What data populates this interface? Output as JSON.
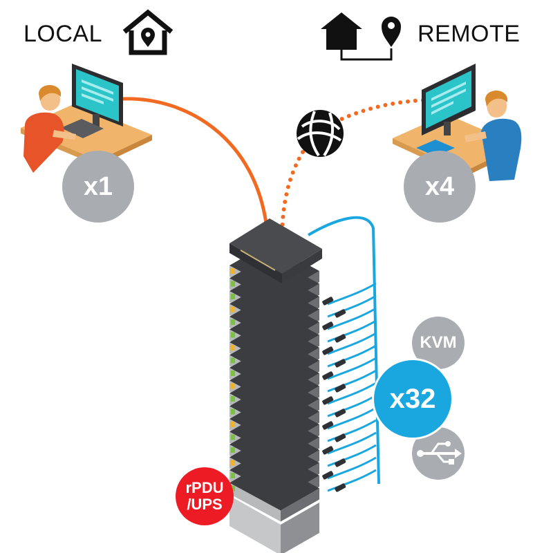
{
  "local": {
    "title": "LOCAL",
    "count": "x1"
  },
  "remote": {
    "title": "REMOTE",
    "count": "x4"
  },
  "targets": {
    "kvm_label": "KVM",
    "count": "x32"
  },
  "power": {
    "line1": "rPDU",
    "line2": "/UPS"
  },
  "colors": {
    "local_cable": "#f26a21",
    "remote_link": "#f26a21",
    "server_cable": "#1aa7e0",
    "badge_gray": "#a9adb1",
    "badge_blue": "#1aa7e0",
    "badge_red": "#ed1c24",
    "server_dark": "#3c3d40",
    "server_mid": "#6d6e71",
    "server_light": "#b7b9bb"
  },
  "icons": [
    "home-pin-icon",
    "home-icon",
    "location-pin-icon",
    "globe-icon",
    "usb-icon",
    "monitor-icon"
  ]
}
